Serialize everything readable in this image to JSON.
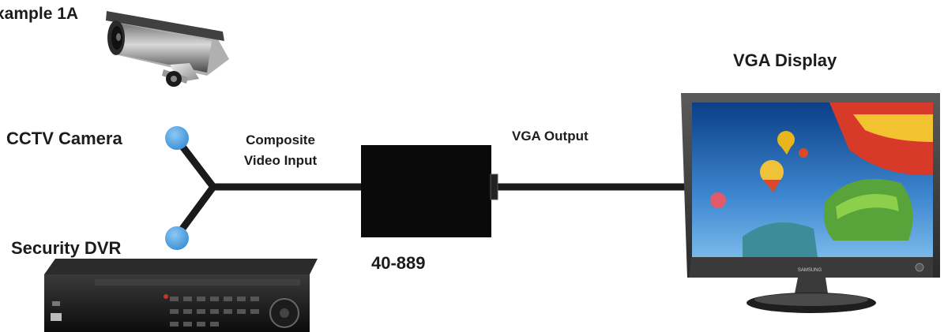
{
  "diagram": {
    "title": "xample 1A",
    "camera_label": "CCTV Camera",
    "dvr_label": "Security DVR",
    "input_label_line1": "Composite",
    "input_label_line2": "Video Input",
    "output_label": "VGA Output",
    "converter_model": "40-889",
    "display_label": "VGA Display",
    "monitor_brand": "SAMSUNG"
  },
  "colors": {
    "cable": "#1a1a1a",
    "connector_dot": "#4a9ee0",
    "converter_box": "#0a0a0a",
    "text": "#1c1c1c"
  },
  "icons": {
    "camera": "cctv-camera-icon",
    "dvr": "dvr-recorder-icon",
    "monitor": "monitor-icon"
  }
}
